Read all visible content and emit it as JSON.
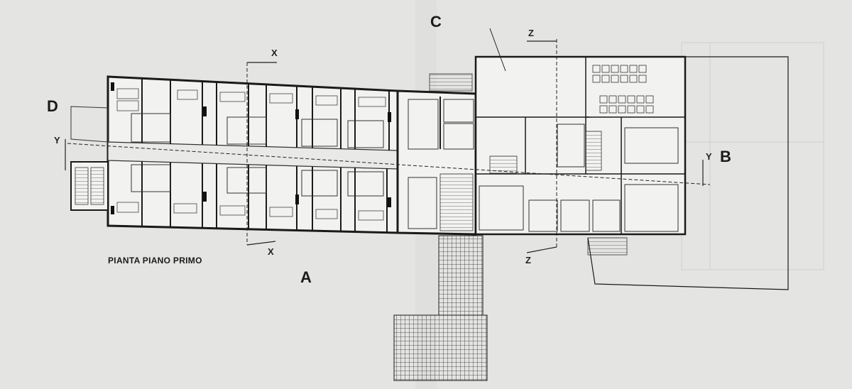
{
  "plan": {
    "title": "PIANTA PIANO PRIMO",
    "facades": {
      "a": "A",
      "b": "B",
      "c": "C",
      "d": "D"
    },
    "sections": {
      "x_top": "X",
      "x_bottom": "X",
      "y_left": "Y",
      "y_right": "Y",
      "z_top": "Z",
      "z_bottom": "Z"
    }
  }
}
